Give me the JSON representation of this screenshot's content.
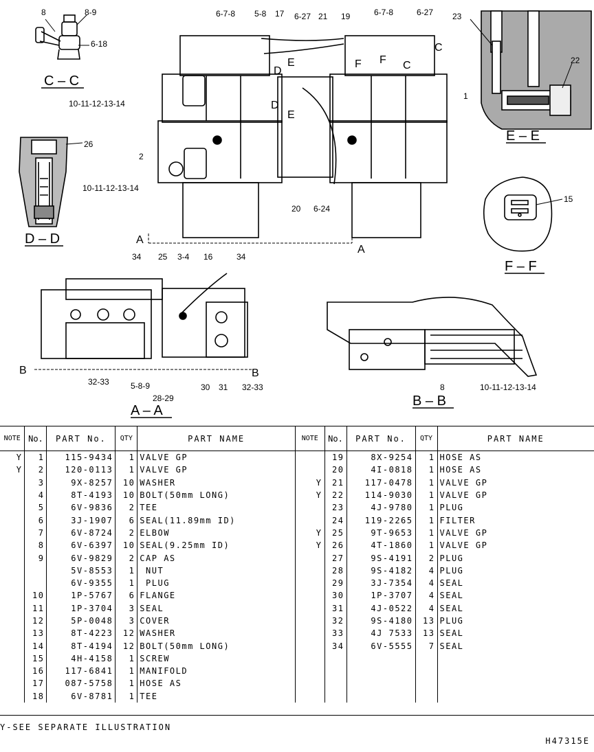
{
  "diagram": {
    "callouts": {
      "c1": "8",
      "c2": "8-9",
      "c3": "6-18",
      "t1": "6-7-8",
      "t2": "5-8",
      "t3": "17",
      "t4": "6-27",
      "t5": "21",
      "t6": "19",
      "t7": "6-7-8",
      "t8": "6-27",
      "t9": "23",
      "t10": "22",
      "t11": "1",
      "t12": "10-11-12-13-14",
      "t13": "2",
      "t14": "10-11-12-13-14",
      "t15": "20",
      "t16": "6-24",
      "t17": "26",
      "t18": "15",
      "a1": "34",
      "a2": "25",
      "a3": "3-4",
      "a4": "16",
      "a5": "34",
      "a6": "32-33",
      "a7": "5-8-9",
      "a8": "28-29",
      "a9": "30",
      "a10": "31",
      "a11": "32-33",
      "b1": "8",
      "b2": "10-11-12-13-14",
      "m1": "E",
      "m2": "D",
      "m3": "D",
      "m4": "E",
      "m5": "F",
      "m6": "F",
      "m7": "C",
      "m8": "C",
      "m9": "A",
      "m10": "A",
      "m11": "B",
      "m12": "B"
    },
    "views": {
      "cc": "C – C",
      "ee": "E – E",
      "dd": "D – D",
      "ff": "F – F",
      "aa": "A – A",
      "bb": "B – B"
    }
  },
  "table": {
    "headers": {
      "note": "NOTE",
      "no": "No.",
      "part_no": "PART No.",
      "qty": "QTY",
      "part_name": "PART NAME"
    },
    "left_rows": [
      {
        "note": "Y",
        "no": "1",
        "part_no": "115-9434",
        "qty": "1",
        "name": "VALVE GP"
      },
      {
        "note": "Y",
        "no": "2",
        "part_no": "120-0113",
        "qty": "1",
        "name": "VALVE GP"
      },
      {
        "note": "",
        "no": "3",
        "part_no": "9X-8257",
        "qty": "10",
        "name": "WASHER"
      },
      {
        "note": "",
        "no": "4",
        "part_no": "8T-4193",
        "qty": "10",
        "name": "BOLT(50mm LONG)"
      },
      {
        "note": "",
        "no": "5",
        "part_no": "6V-9836",
        "qty": "2",
        "name": "TEE"
      },
      {
        "note": "",
        "no": "6",
        "part_no": "3J-1907",
        "qty": "6",
        "name": "SEAL(11.89mm ID)"
      },
      {
        "note": "",
        "no": "7",
        "part_no": "6V-8724",
        "qty": "2",
        "name": "ELBOW"
      },
      {
        "note": "",
        "no": "8",
        "part_no": "6V-6397",
        "qty": "10",
        "name": "SEAL(9.25mm ID)"
      },
      {
        "note": "",
        "no": "9",
        "part_no": "6V-9829",
        "qty": "2",
        "name": "CAP AS"
      },
      {
        "note": "",
        "no": "",
        "part_no": "5V-8553",
        "qty": "1",
        "name": " NUT"
      },
      {
        "note": "",
        "no": "",
        "part_no": "6V-9355",
        "qty": "1",
        "name": " PLUG"
      },
      {
        "note": "",
        "no": "10",
        "part_no": "1P-5767",
        "qty": "6",
        "name": "FLANGE"
      },
      {
        "note": "",
        "no": "11",
        "part_no": "1P-3704",
        "qty": "3",
        "name": "SEAL"
      },
      {
        "note": "",
        "no": "12",
        "part_no": "5P-0048",
        "qty": "3",
        "name": "COVER"
      },
      {
        "note": "",
        "no": "13",
        "part_no": "8T-4223",
        "qty": "12",
        "name": "WASHER"
      },
      {
        "note": "",
        "no": "14",
        "part_no": "8T-4194",
        "qty": "12",
        "name": "BOLT(50mm LONG)"
      },
      {
        "note": "",
        "no": "15",
        "part_no": "4H-4158",
        "qty": "1",
        "name": "SCREW"
      },
      {
        "note": "",
        "no": "16",
        "part_no": "117-6841",
        "qty": "1",
        "name": "MANIFOLD"
      },
      {
        "note": "",
        "no": "17",
        "part_no": "087-5758",
        "qty": "1",
        "name": "HOSE AS"
      },
      {
        "note": "",
        "no": "18",
        "part_no": "6V-8781",
        "qty": "1",
        "name": "TEE"
      }
    ],
    "right_rows": [
      {
        "note": "",
        "no": "19",
        "part_no": "8X-9254",
        "qty": "1",
        "name": "HOSE AS"
      },
      {
        "note": "",
        "no": "20",
        "part_no": "4I-0818",
        "qty": "1",
        "name": "HOSE AS"
      },
      {
        "note": "Y",
        "no": "21",
        "part_no": "117-0478",
        "qty": "1",
        "name": "VALVE GP"
      },
      {
        "note": "Y",
        "no": "22",
        "part_no": "114-9030",
        "qty": "1",
        "name": "VALVE GP"
      },
      {
        "note": "",
        "no": "23",
        "part_no": "4J-9780",
        "qty": "1",
        "name": "PLUG"
      },
      {
        "note": "",
        "no": "24",
        "part_no": "119-2265",
        "qty": "1",
        "name": "FILTER"
      },
      {
        "note": "Y",
        "no": "25",
        "part_no": "9T-9653",
        "qty": "1",
        "name": "VALVE GP"
      },
      {
        "note": "Y",
        "no": "26",
        "part_no": "4T-1860",
        "qty": "1",
        "name": "VALVE GP"
      },
      {
        "note": "",
        "no": "27",
        "part_no": "9S-4191",
        "qty": "2",
        "name": "PLUG"
      },
      {
        "note": "",
        "no": "28",
        "part_no": "9S-4182",
        "qty": "4",
        "name": "PLUG"
      },
      {
        "note": "",
        "no": "29",
        "part_no": "3J-7354",
        "qty": "4",
        "name": "SEAL"
      },
      {
        "note": "",
        "no": "30",
        "part_no": "1P-3707",
        "qty": "4",
        "name": "SEAL"
      },
      {
        "note": "",
        "no": "31",
        "part_no": "4J-0522",
        "qty": "4",
        "name": "SEAL"
      },
      {
        "note": "",
        "no": "32",
        "part_no": "9S-4180",
        "qty": "13",
        "name": "PLUG"
      },
      {
        "note": "",
        "no": "33",
        "part_no": "4J 7533",
        "qty": "13",
        "name": "SEAL"
      },
      {
        "note": "",
        "no": "34",
        "part_no": "6V-5555",
        "qty": "7",
        "name": "SEAL"
      }
    ],
    "footnote": "Y-SEE SEPARATE ILLUSTRATION",
    "drawing_number": "H47315E"
  }
}
